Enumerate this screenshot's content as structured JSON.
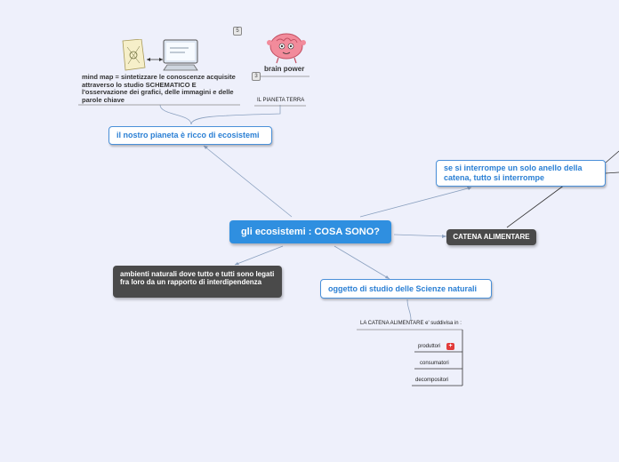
{
  "map": {
    "central": "gli ecosistemi : COSA SONO?",
    "topic_ecosistemi": "il nostro pianeta è ricco di ecosistemi",
    "topic_interrompe": "se si interrompe un solo anello della catena, tutto si interrompe",
    "topic_catena": "CATENA ALIMENTARE",
    "topic_ambienti": "ambienti naturali dove tutto e tutti sono legati fra loro da un rapporto di interdipendenza",
    "topic_scienze": "oggetto di studio delle Scienze naturali",
    "mindmap_text": "mind map = sintetizzare le conoscenze acquisite attraverso lo studio SCHEMATICO E l'osservazione dei grafici, delle immagini e delle parole chiave",
    "brain_label": "brain power",
    "pianeta_label": "IL PIANETA TERRA",
    "badge_5": "5",
    "badge_3": "3",
    "suddivisa_label": "LA CATENA ALIMENTARE e' suddivisa in :",
    "items": [
      "produttori",
      "consumatori",
      "decompositori"
    ],
    "icon_plus": "+"
  },
  "icons": [
    "map-paper-icon",
    "arrow-exchange-icon",
    "computer-monitor-icon",
    "brain-icon",
    "red-tag-icon"
  ],
  "colors": {
    "accent": "#2f8fe0",
    "topic_border": "#4a90d9",
    "dark_topic": "#4a4a4a",
    "background": "#eef0fb"
  }
}
